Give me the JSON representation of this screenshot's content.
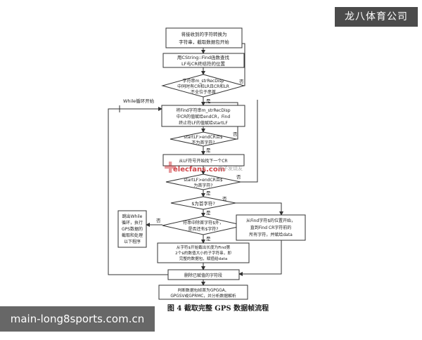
{
  "diagram": {
    "nodes": {
      "start": [
        "将接收到的字符转换为",
        "字符串，截取数据包开始"
      ],
      "find_crlf": [
        "用CString::Find函数查找",
        "LF与CR终结符的位置"
      ],
      "check_all": [
        "字符串m_strRecDisp",
        "中同时有CR和LR且CR和LR",
        "不全位于串首"
      ],
      "loop_label": "While循环开始",
      "assign": [
        "将Find字符串m_strRecDisp",
        "中CR的值赋给endCR，Find",
        "终止符LF的值赋给startLF"
      ],
      "cmp1": [
        "startLF>endCR且$",
        "不为首字符?"
      ],
      "delete_cr": [
        "从LF符号开始找下一个CR"
      ],
      "cmp2": [
        "startLF>endCR且$",
        "为首字符?"
      ],
      "dollar_first": [
        "$为首字符?"
      ],
      "jump_out": [
        "跳出While",
        "循环，执行",
        "GPS数据的",
        "截取和处理",
        "以下程序"
      ],
      "other_dollar": [
        "符串中除首字符$外，",
        "是否还有$字符?"
      ],
      "find_cr_right": [
        "从Find字符$的位置开始，",
        "直到Find CR字符前的",
        "所有字符，并赋给data"
      ],
      "substring": [
        "从字符$开始截出长度为Find第",
        "2个$的数值大小的子字符串，即",
        "完整的数据包，赋值给data"
      ],
      "remove": [
        "删除已赋值的字符段"
      ],
      "judge": [
        "判断数据包帧首为GPGGA、",
        "GPGSV或GPRMC，并分析数据解析"
      ]
    },
    "labels": {
      "yes": "是",
      "no": "否"
    },
    "watermark_text": "elecfans.com",
    "watermark_cn": "电子发烧友"
  },
  "caption": "图 4   截取完整 GPS 数据帧流程",
  "brand": "龙八体育公司",
  "site_url": "main-long8sports.com.cn"
}
